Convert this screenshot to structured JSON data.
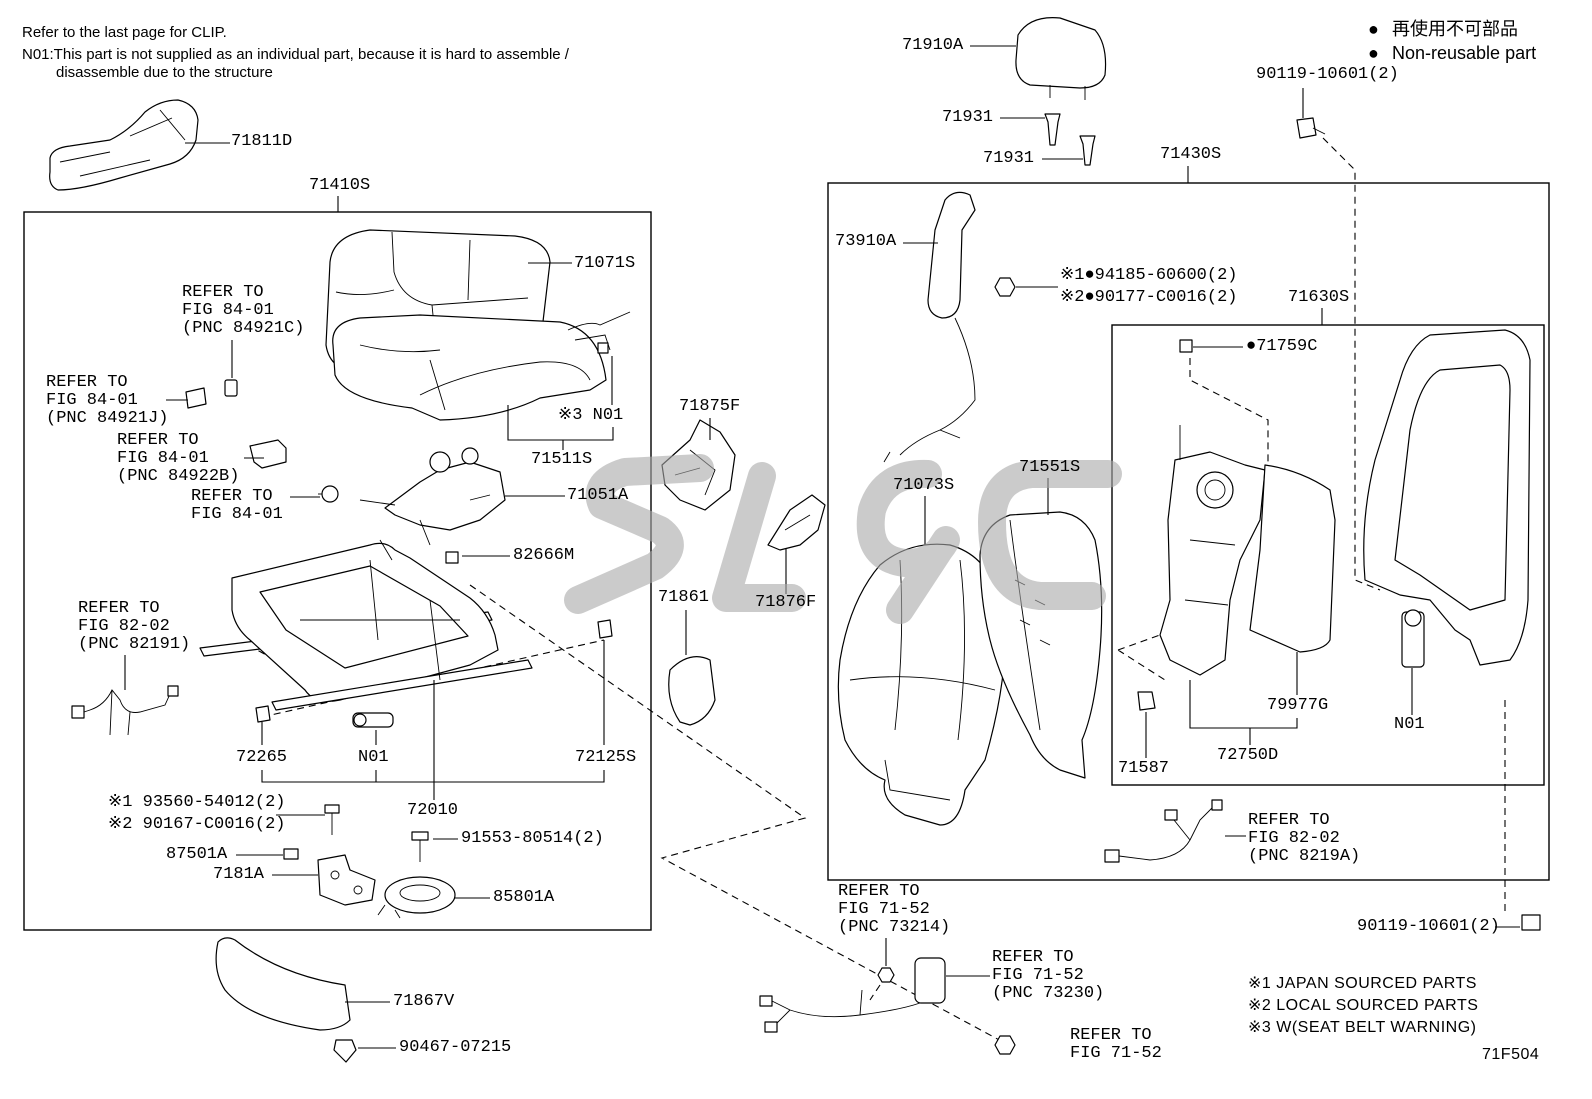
{
  "notes": {
    "clip": "Refer to the last page for CLIP.",
    "n01_line1": "N01:This part is not supplied as an individual part, because it is hard to assemble /",
    "n01_line2": "disassemble due to the structure"
  },
  "legend": {
    "marker": "●",
    "jp": "再使用不可部品",
    "en": "Non-reusable part"
  },
  "labels": [
    "71811D",
    "71410S",
    "71071S",
    "※3 N01",
    "71511S",
    "71051A",
    "82666M",
    "72265",
    "N01",
    "72125S",
    "72010",
    "※1 93560-54012(2)",
    "※2 90167-C0016(2)",
    "91553-80514(2)",
    "87501A",
    "7181A",
    "85801A",
    "71867V",
    "90467-07215",
    "71875F",
    "71861",
    "71876F",
    "71910A",
    "71931",
    "71931",
    "71430S",
    "90119-10601(2)",
    "73910A",
    "※1●94185-60600(2)",
    "※2●90177-C0016(2)",
    "71630S",
    "●71759C",
    "71073S",
    "71551S",
    "N01",
    "79977G",
    "72750D",
    "71587",
    "90119-10601(2)"
  ],
  "refer_to": [
    {
      "lines": [
        "REFER TO",
        "FIG 84-01",
        "(PNC 84921C)"
      ]
    },
    {
      "lines": [
        "REFER TO",
        "FIG 84-01",
        "(PNC 84921J)"
      ]
    },
    {
      "lines": [
        "REFER TO",
        "FIG 84-01",
        "(PNC 84922B)"
      ]
    },
    {
      "lines": [
        "REFER TO",
        "FIG 84-01"
      ]
    },
    {
      "lines": [
        "REFER TO",
        "FIG 82-02",
        "(PNC 82191)"
      ]
    },
    {
      "lines": [
        "REFER TO",
        "FIG 82-02",
        "(PNC 8219A)"
      ]
    },
    {
      "lines": [
        "REFER TO",
        "FIG 71-52",
        "(PNC 73214)"
      ]
    },
    {
      "lines": [
        "REFER TO",
        "FIG 71-52",
        "(PNC 73230)"
      ]
    },
    {
      "lines": [
        "REFER TO",
        "FIG 71-52"
      ]
    }
  ],
  "footnotes": [
    "※1 JAPAN SOURCED PARTS",
    "※2 LOCAL SOURCED PARTS",
    "※3 W(SEAT BELT WARNING)"
  ],
  "figure_id": "71F504",
  "colors": {
    "line": "#000000",
    "background": "#ffffff",
    "watermark": "#a8a8a8"
  }
}
